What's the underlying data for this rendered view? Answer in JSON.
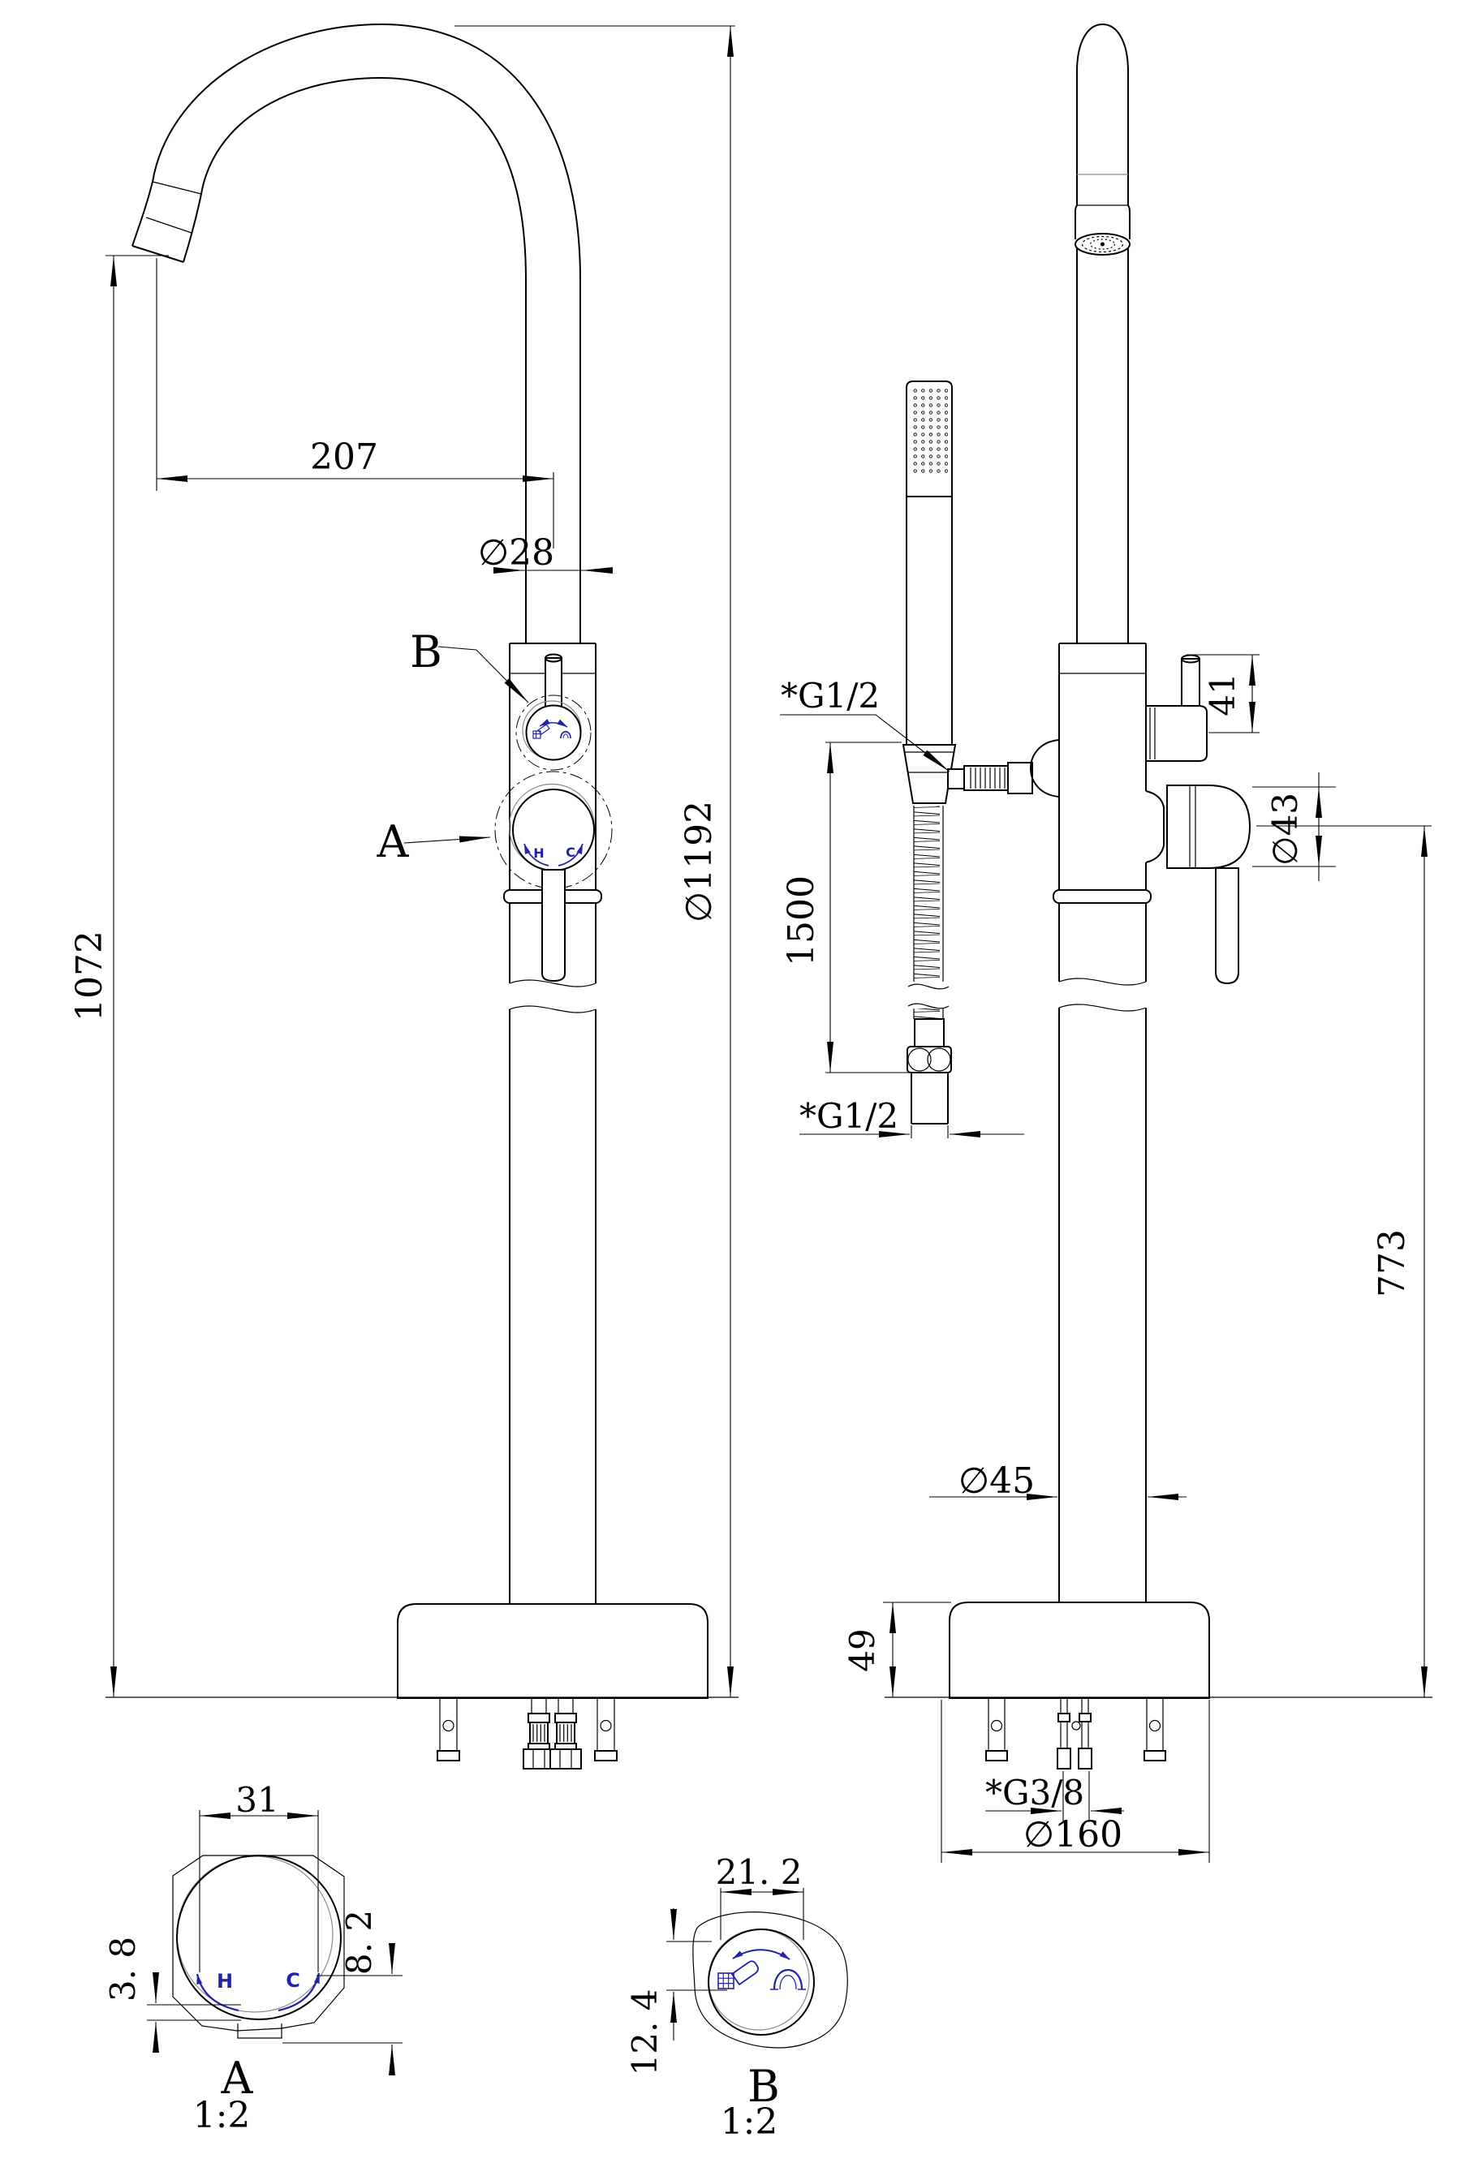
{
  "page": {
    "title": "Freestanding bathtub faucet dimensional drawing",
    "background": "#ffffff"
  },
  "colors": {
    "line": "#000000",
    "thin_line": "#8a8a8a",
    "accent_blue": "#2222aa"
  },
  "front_view": {
    "dim_spout_reach": "207",
    "dim_spout_tube_dia": "∅28",
    "dim_spout_outlet_height": "1072",
    "dim_overall_height": "∅1192",
    "callout_b": "B",
    "callout_a": "A",
    "hot_label": "H",
    "cold_label": "C"
  },
  "side_view": {
    "thread_shower_holder": "*G1/2",
    "dim_hose_length": "1500",
    "thread_hose_nut": "*G1/2",
    "dim_diverter_knob_height": "41",
    "dim_lever_dia": "∅43",
    "dim_lever_center_height": "773",
    "dim_column_dia": "∅45",
    "dim_base_height": "49",
    "thread_inlet_hoses": "*G3/8",
    "dim_base_dia": "∅160"
  },
  "detail_a": {
    "callout": "A",
    "scale": "1:2",
    "dim_handle_width": "31",
    "dim_offset_lower": "3. 8",
    "dim_offset_upper": "8. 2",
    "hot_label": "H",
    "cold_label": "C"
  },
  "detail_b": {
    "callout": "B",
    "scale": "1:2",
    "dim_knob_width": "21. 2",
    "dim_knob_offset": "12. 4"
  }
}
